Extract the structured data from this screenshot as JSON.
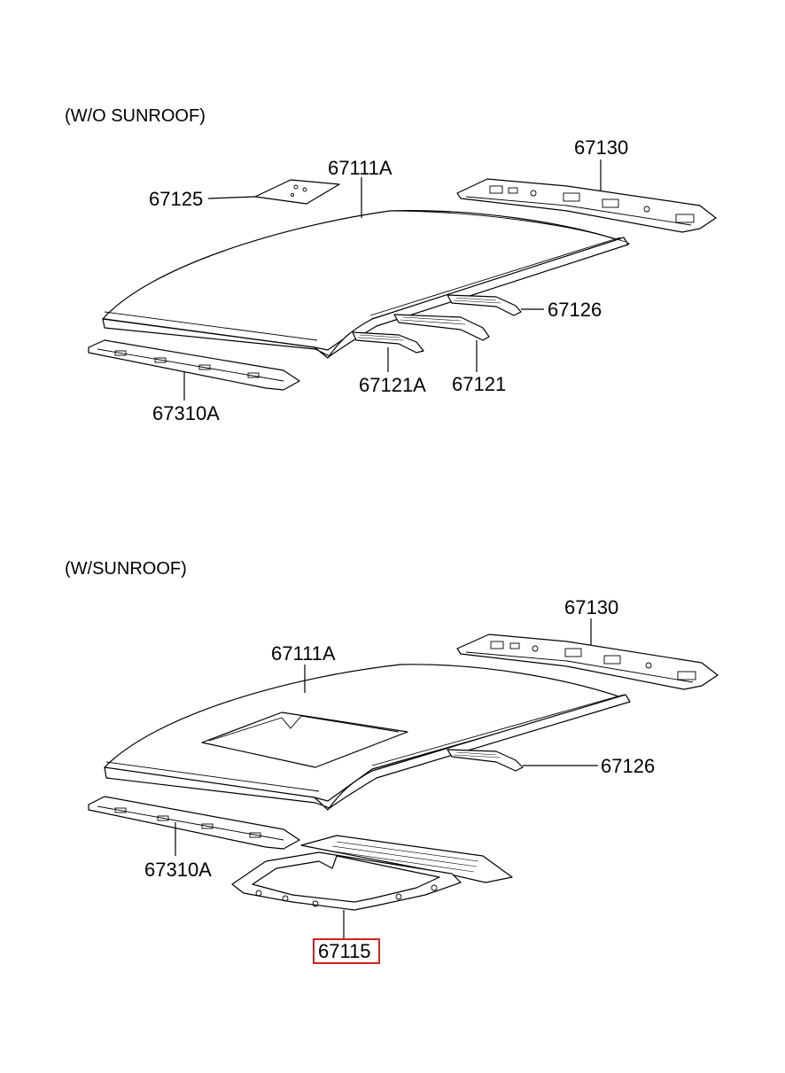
{
  "sections": {
    "without_sunroof": {
      "title": "(W/O SUNROOF)",
      "labels": {
        "p67125": "67125",
        "p67111A": "67111A",
        "p67130": "67130",
        "p67126": "67126",
        "p67310A": "67310A",
        "p67121A": "67121A",
        "p67121": "67121"
      }
    },
    "with_sunroof": {
      "title": "(W/SUNROOF)",
      "labels": {
        "p67111A": "67111A",
        "p67130": "67130",
        "p67126": "67126",
        "p67310A": "67310A",
        "p67115": "67115"
      },
      "highlighted_part": "67115"
    }
  },
  "colors": {
    "line": "#000000",
    "background": "#ffffff",
    "highlight_box": "#d62020"
  }
}
